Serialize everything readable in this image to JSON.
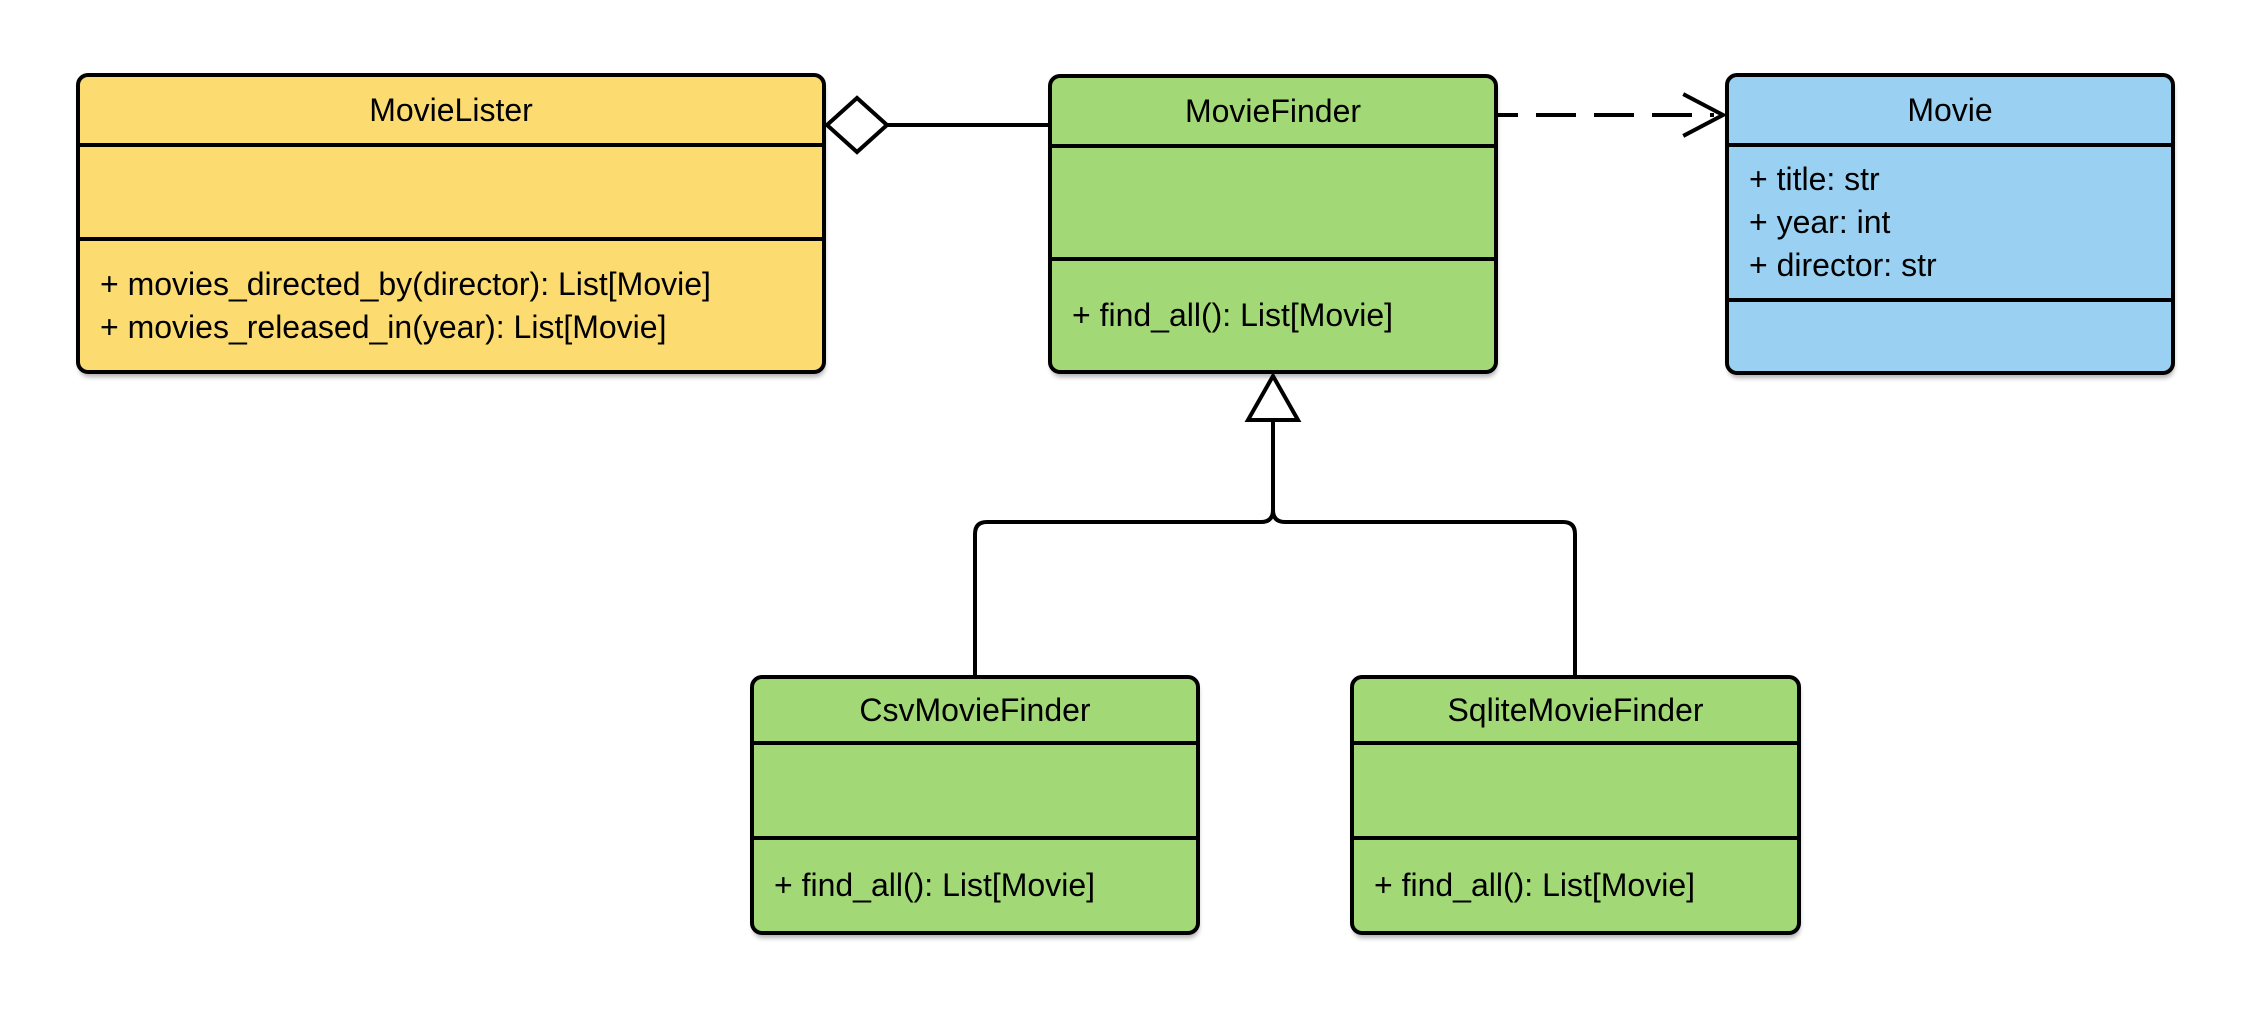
{
  "diagram": {
    "kind": "uml-class-diagram",
    "background": "#ffffff",
    "stroke_color": "#000000",
    "classes": [
      {
        "name": "MovieLister",
        "fill": "#FCDC70",
        "attributes": [],
        "methods": [
          "+ movies_directed_by(director): List[Movie]",
          "+ movies_released_in(year): List[Movie]"
        ]
      },
      {
        "name": "MovieFinder",
        "fill": "#A2D876",
        "attributes": [],
        "methods": [
          "+ find_all(): List[Movie]"
        ]
      },
      {
        "name": "Movie",
        "fill": "#9AD1F2",
        "attributes": [
          "+ title: str",
          "+ year: int",
          "+ director: str"
        ],
        "methods": []
      },
      {
        "name": "CsvMovieFinder",
        "fill": "#A2D876",
        "attributes": [],
        "methods": [
          "+ find_all(): List[Movie]"
        ]
      },
      {
        "name": "SqliteMovieFinder",
        "fill": "#A2D876",
        "attributes": [],
        "methods": [
          "+ find_all(): List[Movie]"
        ]
      }
    ],
    "relationships": [
      {
        "type": "aggregation",
        "from": "MovieLister",
        "to": "MovieFinder",
        "marker": "hollow-diamond",
        "line": "solid"
      },
      {
        "type": "dependency",
        "from": "MovieFinder",
        "to": "Movie",
        "marker": "open-arrow",
        "line": "dashed"
      },
      {
        "type": "inheritance",
        "from": "CsvMovieFinder",
        "to": "MovieFinder",
        "marker": "hollow-triangle",
        "line": "solid"
      },
      {
        "type": "inheritance",
        "from": "SqliteMovieFinder",
        "to": "MovieFinder",
        "marker": "hollow-triangle",
        "line": "solid"
      }
    ]
  }
}
